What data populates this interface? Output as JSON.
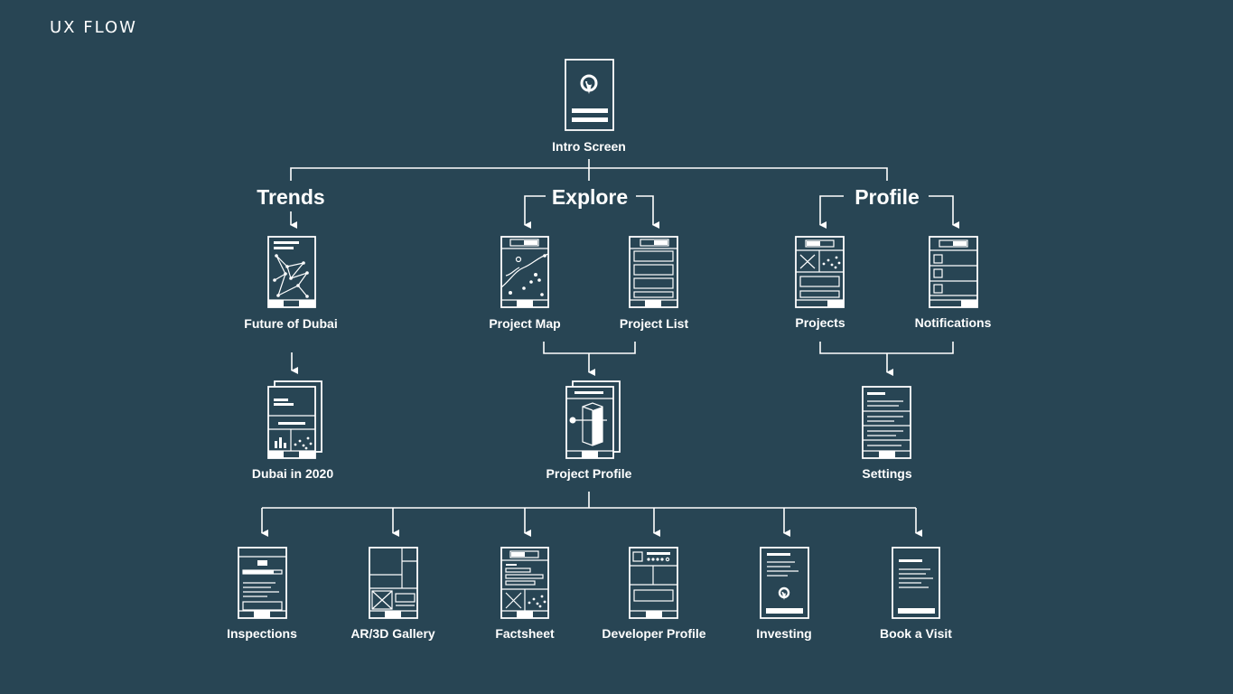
{
  "header": {
    "title": "UX  FLOW"
  },
  "sections": {
    "trends": "Trends",
    "explore": "Explore",
    "profile": "Profile"
  },
  "screens": {
    "intro": "Intro Screen",
    "future_of_dubai": "Future of Dubai",
    "dubai_2020": "Dubai in 2020",
    "project_map": "Project Map",
    "project_list": "Project List",
    "project_profile": "Project Profile",
    "projects": "Projects",
    "notifications": "Notifications",
    "settings": "Settings",
    "inspections": "Inspections",
    "ar_gallery": "AR/3D Gallery",
    "factsheet": "Factsheet",
    "developer_profile": "Developer Profile",
    "investing": "Investing",
    "book_visit": "Book a Visit"
  },
  "colors": {
    "background": "#284554",
    "foreground": "#ffffff"
  }
}
